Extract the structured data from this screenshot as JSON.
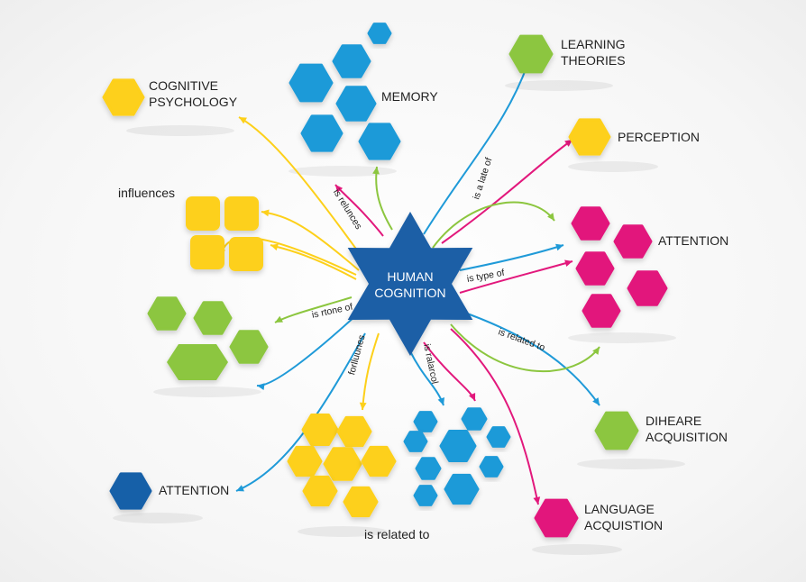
{
  "center": {
    "line1": "HUMAN",
    "line2": "COGNITION"
  },
  "nodes": {
    "cognitive_psychology": [
      "COGNITIVE",
      "PSYCHOLOGY"
    ],
    "memory": "MEMORY",
    "learning_theories": [
      "LEARNING",
      "THEORIES"
    ],
    "perception": "PERCEPTION",
    "attention_right": "ATTENTION",
    "diheare_acquisition": [
      "DIHEARE",
      "ACQUISITION"
    ],
    "language_acquisition": [
      "LANGUAGE",
      "ACQUISTION"
    ],
    "attention_left": "ATTENTION"
  },
  "free_labels": {
    "influences": "influences",
    "is_related_to_bottom": "is related to"
  },
  "edge_labels": {
    "is_relunces": "is relunces",
    "is_a_late_of": "is a late of",
    "is_type_of": "is type of",
    "is_rtone_of": "is rtone of",
    "is_related_to": "is related to",
    "forlluunes": "forlluunes",
    "is_rolarcol": "is ralarcol"
  },
  "colors": {
    "star": "#1b5fa6",
    "blue": "#1f9ad8",
    "green": "#8cc63f",
    "yellow": "#fdd01a",
    "magenta": "#e2187c",
    "navy": "#1660a8"
  }
}
